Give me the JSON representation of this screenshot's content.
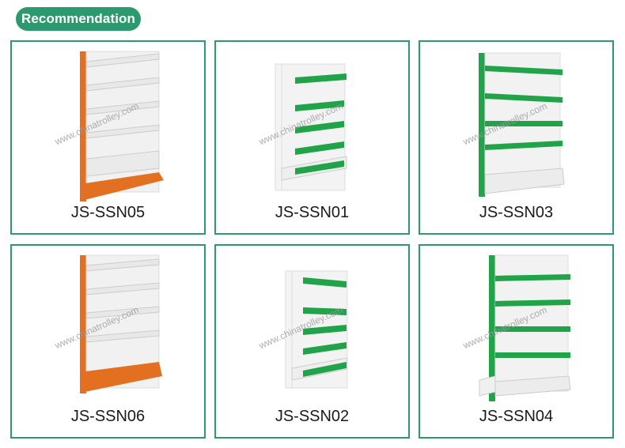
{
  "header": {
    "title": "Recommendation"
  },
  "watermark": "www.chinatrolley.com",
  "colors": {
    "accent": "#2b9a6e",
    "orange": "#e36f21",
    "green_shelf": "#21a34a",
    "white_shelf": "#f2f2f2"
  },
  "products": [
    {
      "label": "JS-SSN05",
      "style": "orange-upright"
    },
    {
      "label": "JS-SSN01",
      "style": "green-edge"
    },
    {
      "label": "JS-SSN03",
      "style": "green-upright"
    },
    {
      "label": "JS-SSN06",
      "style": "orange-upright"
    },
    {
      "label": "JS-SSN02",
      "style": "green-edge"
    },
    {
      "label": "JS-SSN04",
      "style": "green-upright"
    }
  ]
}
